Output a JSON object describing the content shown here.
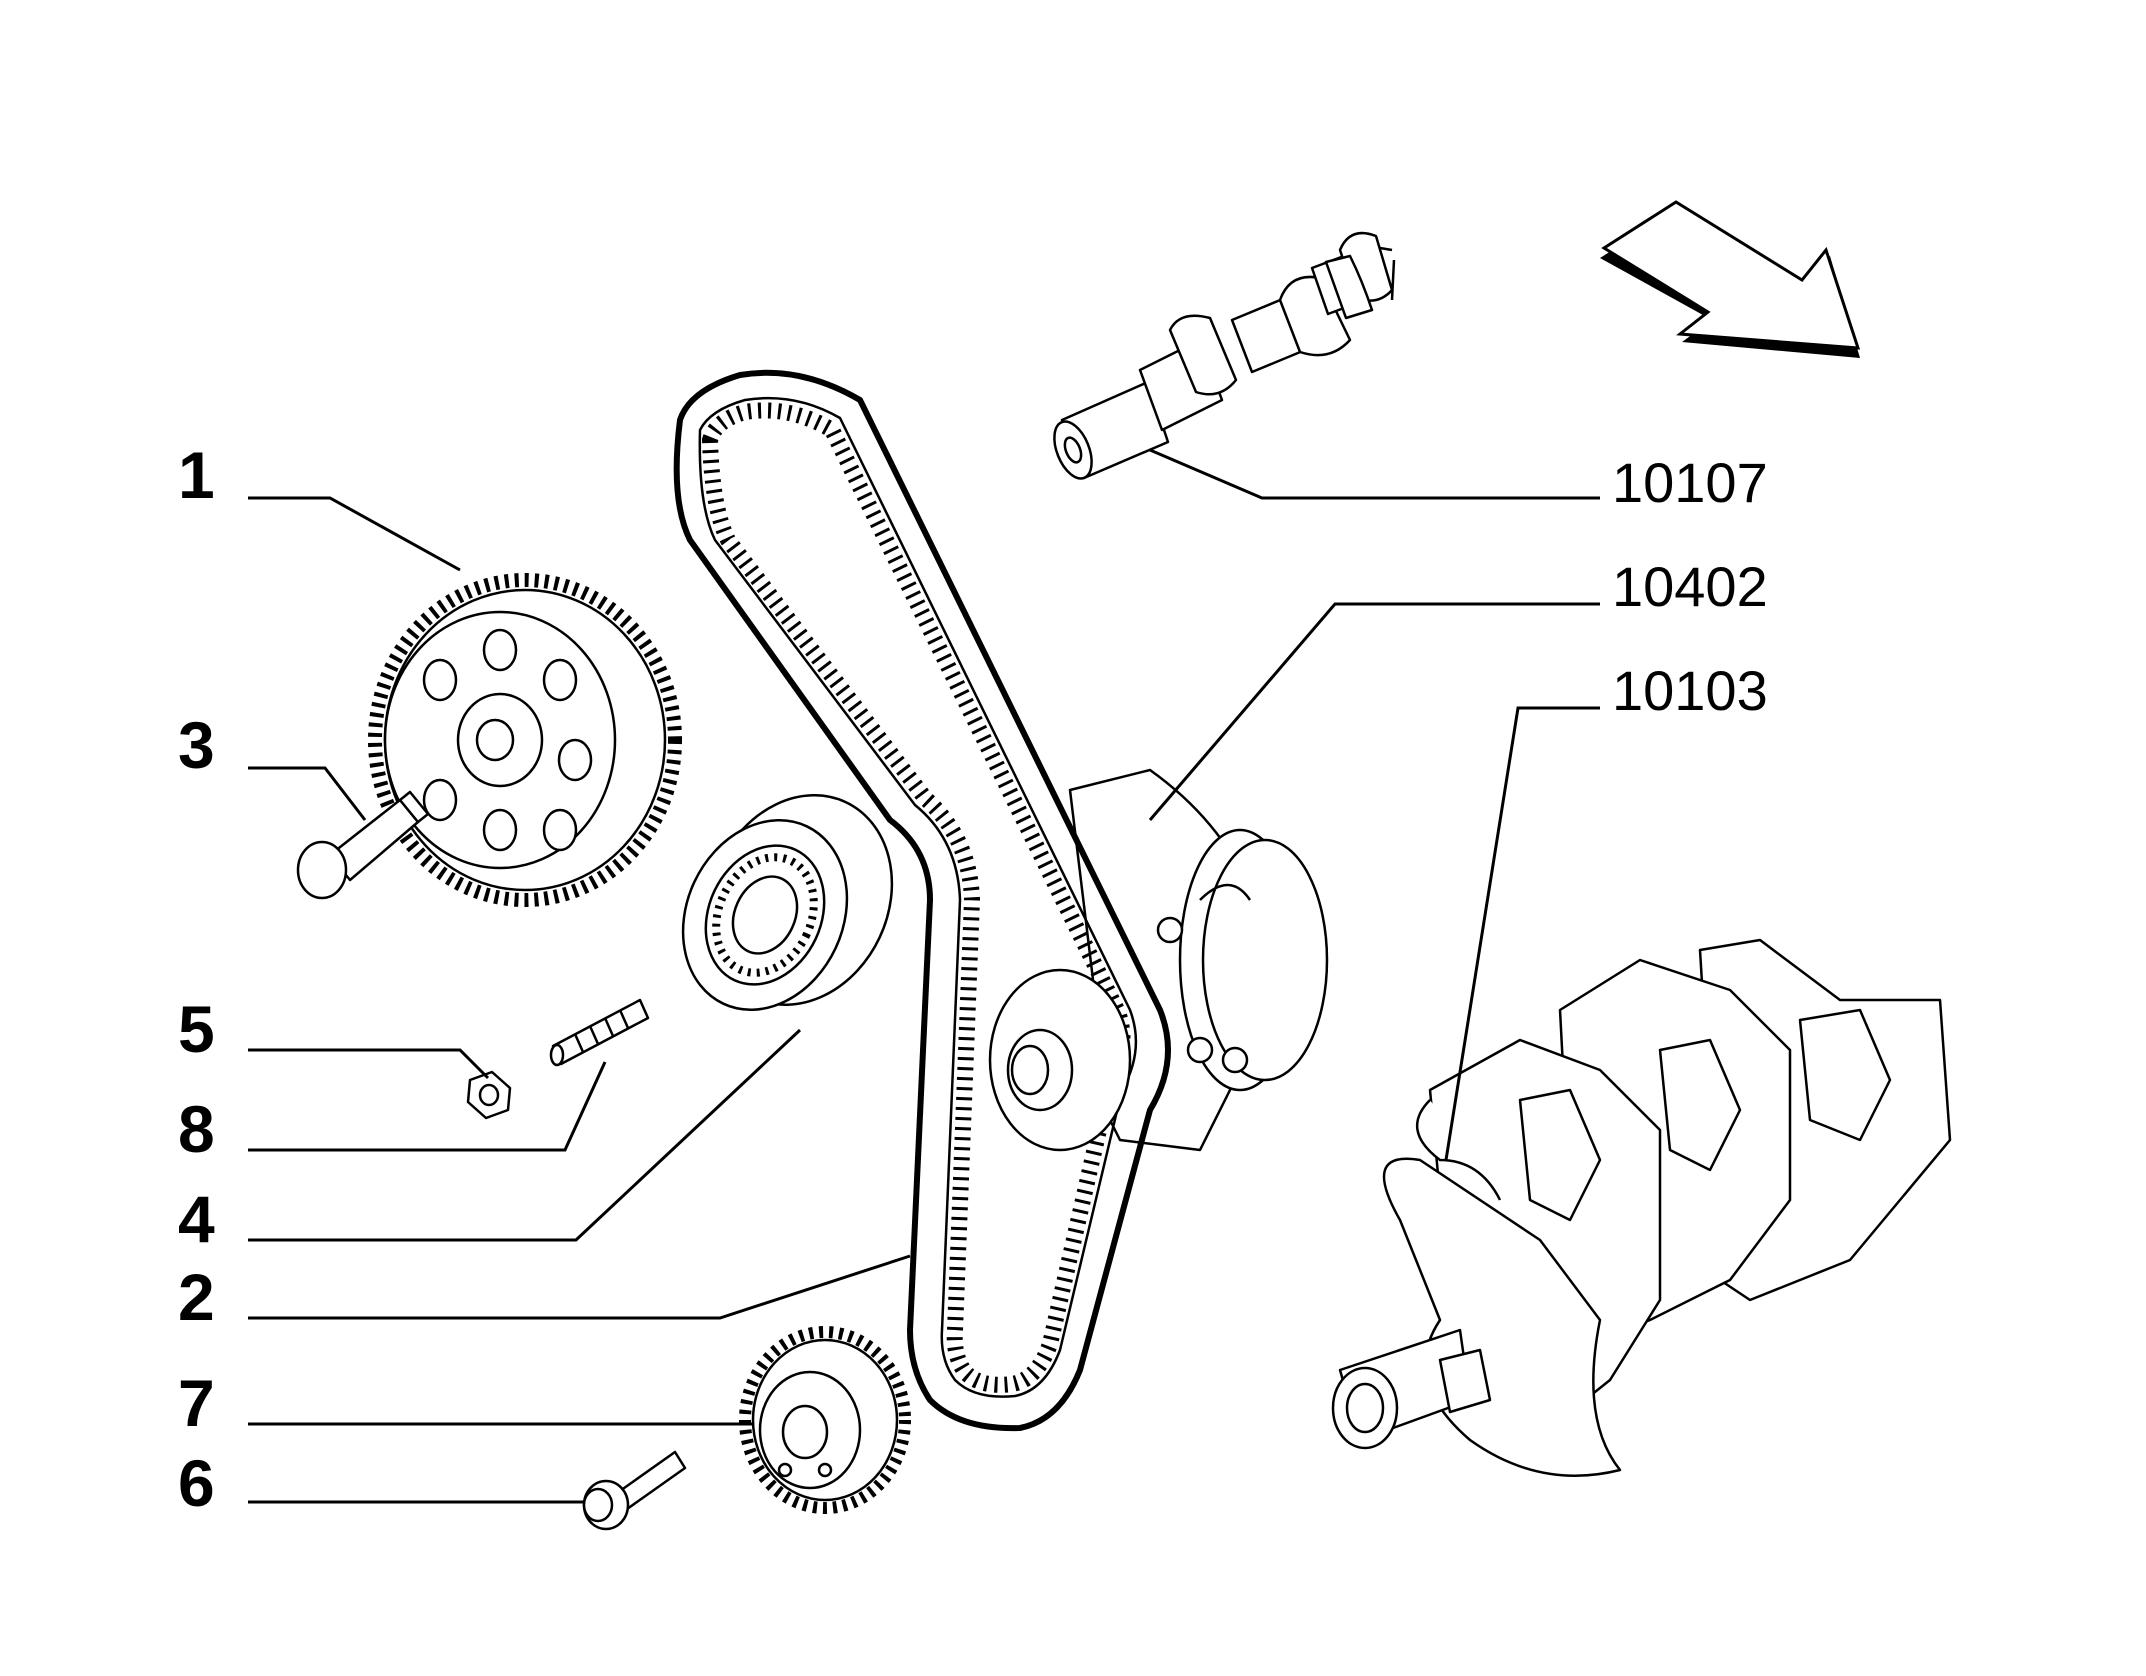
{
  "callouts": {
    "n1": "1",
    "n3": "3",
    "n5": "5",
    "n8": "8",
    "n4": "4",
    "n2": "2",
    "n7": "7",
    "n6": "6",
    "r10107": "10107",
    "r10402": "10402",
    "r10103": "10103"
  }
}
